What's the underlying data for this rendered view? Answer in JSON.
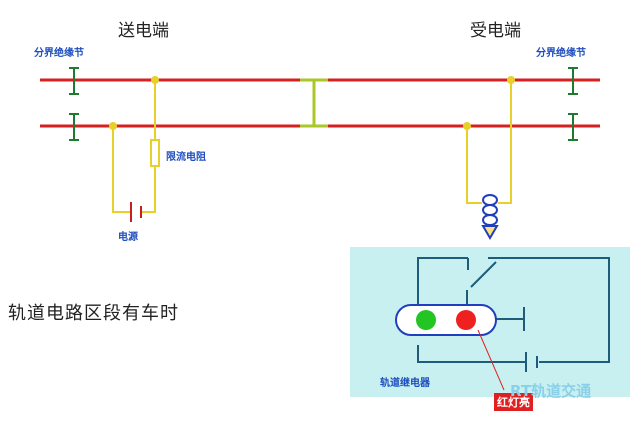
{
  "labels": {
    "send_end": "送电端",
    "receive_end": "受电端",
    "insulation_joint_left": "分界绝缘节",
    "insulation_joint_right": "分界绝缘节",
    "limit_resistor": "限流电阻",
    "power_source": "电源",
    "track_relay": "轨道继电器",
    "red_light": "红灯亮",
    "state_caption": "轨道电路区段有车时",
    "watermark": "RT轨道交通"
  },
  "colors": {
    "rail": "#d62020",
    "lead_wire": "#e8d02a",
    "axle": "#a8c828",
    "insulation": "#1e7a2e",
    "panel_bg": "#c9f0f0",
    "panel_wire": "#1d5c7a",
    "green_lamp": "#22c522",
    "red_lamp": "#ee2020",
    "relay_coil": "#1f3fbf"
  }
}
